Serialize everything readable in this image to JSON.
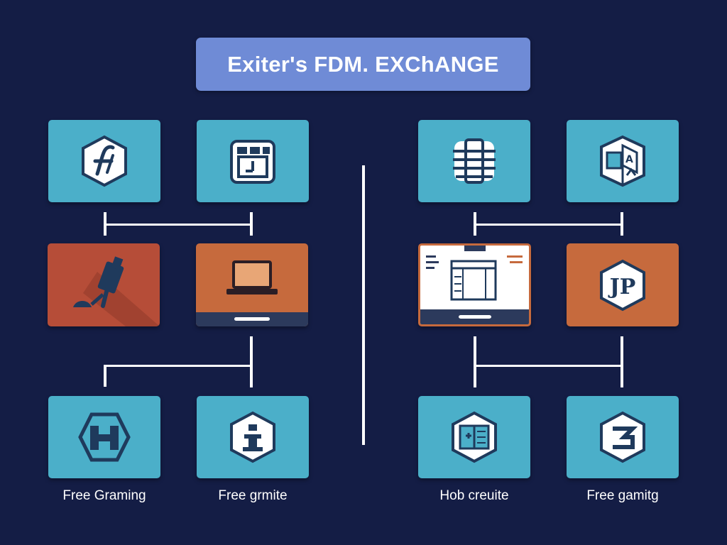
{
  "header": {
    "title": "Exiter's FDM. EXChANGE"
  },
  "icons": {
    "top_left_1": "f-letter-hexagon-icon",
    "top_left_2": "calendar-box-icon",
    "mid_left_1": "telescope-icon",
    "mid_left_2": "laptop-icon",
    "bottom_left_1": "h-letter-hexagon-icon",
    "bottom_left_2": "i-letter-hexagon-icon",
    "top_right_1": "server-stack-icon",
    "top_right_2": "translate-cube-icon",
    "mid_right_1": "browser-window-icon",
    "mid_right_2": "jp-letters-hexagon-icon",
    "bottom_right_1": "document-grid-icon",
    "bottom_right_2": "number-three-document-icon"
  },
  "cards": {
    "mid_right_2_text": "JP"
  },
  "labels": {
    "left_1": "Free Graming",
    "left_2": "Free grmite",
    "right_1": "Hob creuite",
    "right_2": "Free gamitg"
  },
  "colors": {
    "background": "#141d45",
    "title_bar": "#6f8bd6",
    "teal_card": "#4bafc9",
    "orange_card": "#c66a3d",
    "red_card": "#b64d38",
    "icon_dark": "#1f3a5c"
  }
}
